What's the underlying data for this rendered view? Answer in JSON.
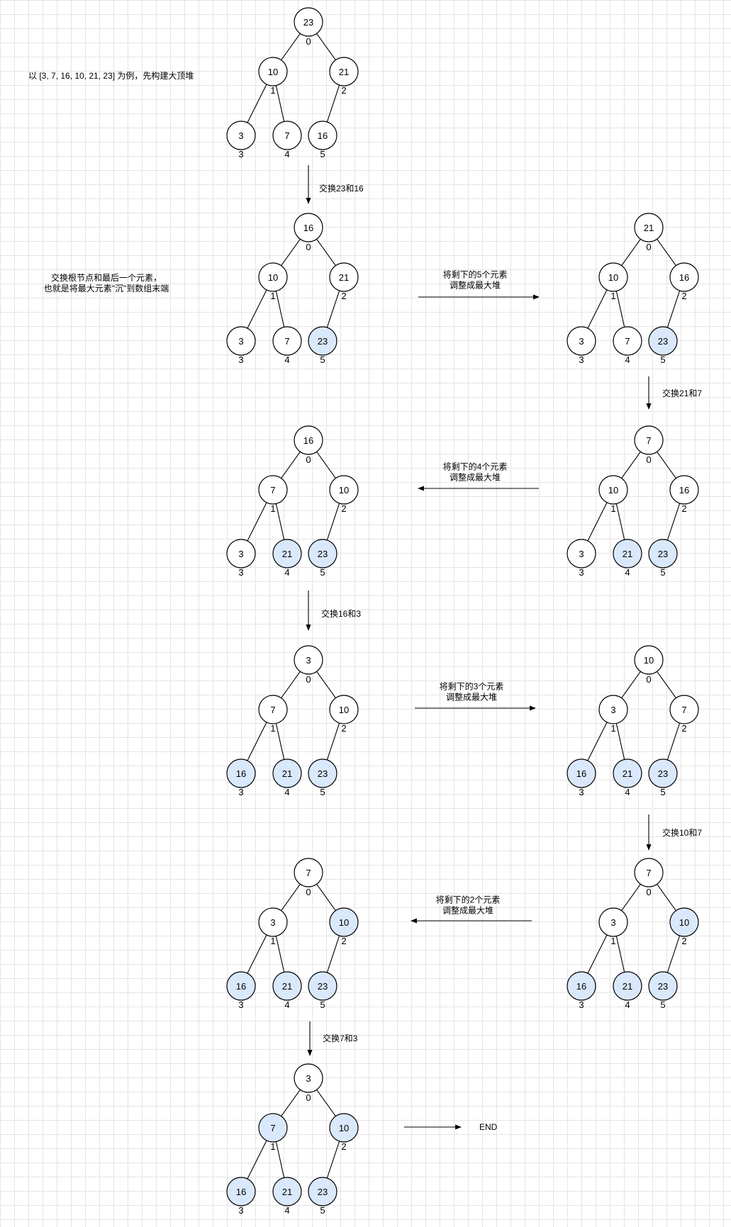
{
  "colors": {
    "node_fill": "#ffffff",
    "sorted_fill": "#dae8fc",
    "sorted_stroke": "#6c8ebf",
    "stroke": "#000000"
  },
  "intro_label": [
    "以 [3, 7, 16, 10, 21, 23] 为例，先构建大顶堆"
  ],
  "swap_explain_label": [
    "交换根节点和最后一个元素，",
    "也就是将最大元素\"沉\"到数组末端"
  ],
  "heaps": [
    {
      "id": "heap-1",
      "values": [
        23,
        10,
        21,
        3,
        7,
        16
      ],
      "sorted": []
    },
    {
      "id": "heap-2",
      "values": [
        16,
        10,
        21,
        3,
        7,
        23
      ],
      "sorted": [
        5
      ]
    },
    {
      "id": "heap-3",
      "values": [
        21,
        10,
        16,
        3,
        7,
        23
      ],
      "sorted": [
        5
      ]
    },
    {
      "id": "heap-4",
      "values": [
        7,
        10,
        16,
        3,
        21,
        23
      ],
      "sorted": [
        4,
        5
      ]
    },
    {
      "id": "heap-5",
      "values": [
        16,
        7,
        10,
        3,
        21,
        23
      ],
      "sorted": [
        4,
        5
      ]
    },
    {
      "id": "heap-6",
      "values": [
        3,
        7,
        10,
        16,
        21,
        23
      ],
      "sorted": [
        3,
        4,
        5
      ]
    },
    {
      "id": "heap-7",
      "values": [
        10,
        3,
        7,
        16,
        21,
        23
      ],
      "sorted": [
        3,
        4,
        5
      ]
    },
    {
      "id": "heap-8",
      "values": [
        7,
        3,
        10,
        16,
        21,
        23
      ],
      "sorted": [
        2,
        3,
        4,
        5
      ]
    },
    {
      "id": "heap-9",
      "values": [
        7,
        3,
        10,
        16,
        21,
        23
      ],
      "sorted": [
        2,
        3,
        4,
        5
      ]
    },
    {
      "id": "heap-10",
      "values": [
        3,
        7,
        10,
        16,
        21,
        23
      ],
      "sorted": [
        1,
        2,
        3,
        4,
        5
      ]
    }
  ],
  "index_labels": [
    "0",
    "1",
    "2",
    "3",
    "4",
    "5"
  ],
  "steps": [
    {
      "id": "swap-23-16",
      "label": [
        "交换23和16"
      ]
    },
    {
      "id": "adjust-5",
      "label": [
        "将剩下的5个元素",
        "调整成最大堆"
      ]
    },
    {
      "id": "swap-21-7",
      "label": [
        "交换21和7"
      ]
    },
    {
      "id": "adjust-4",
      "label": [
        "将剩下的4个元素",
        "调整成最大堆"
      ]
    },
    {
      "id": "swap-16-3",
      "label": [
        "交换16和3"
      ]
    },
    {
      "id": "adjust-3",
      "label": [
        "将剩下的3个元素",
        "调整成最大堆"
      ]
    },
    {
      "id": "swap-10-7",
      "label": [
        "交换10和7"
      ]
    },
    {
      "id": "adjust-2",
      "label": [
        "将剩下的2个元素",
        "调整成最大堆"
      ]
    },
    {
      "id": "swap-7-3",
      "label": [
        "交换7和3"
      ]
    },
    {
      "id": "to-end",
      "label": []
    }
  ],
  "end_label": "END"
}
